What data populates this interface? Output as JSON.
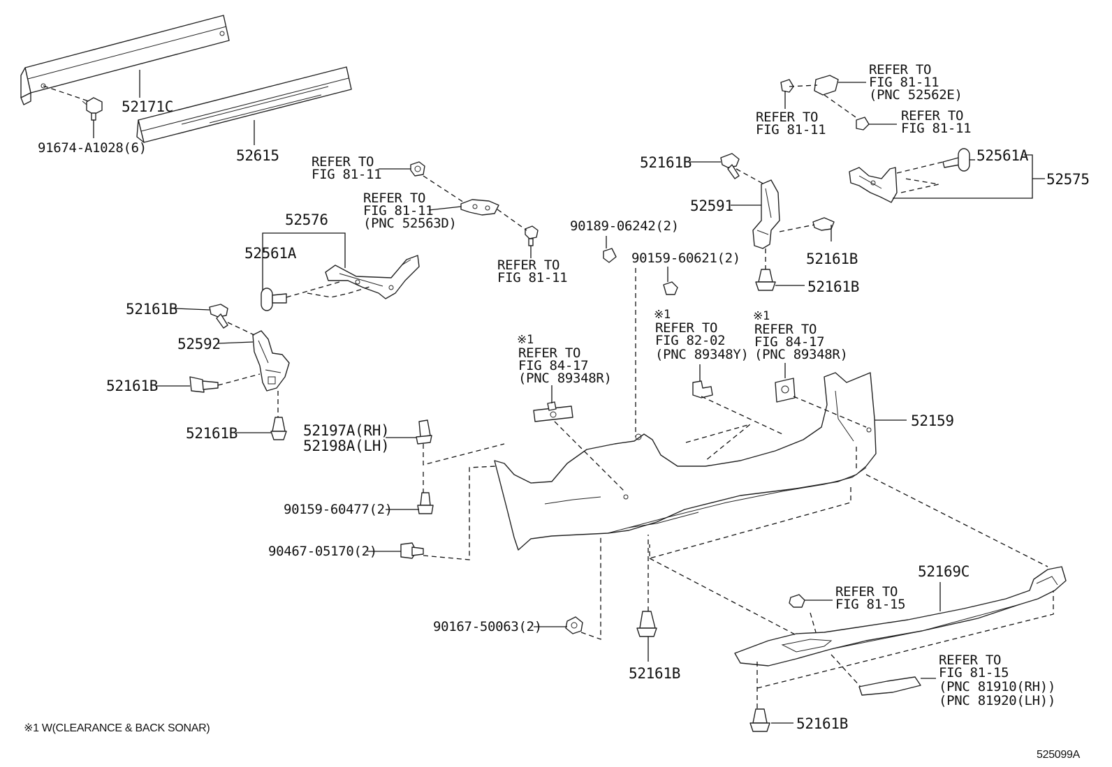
{
  "footnote": "※1 W(CLEARANCE & BACK SONAR)",
  "diagram_id": "525099A",
  "labels": {
    "p52171C": "52171C",
    "p91674": "91674-A1028(6)",
    "p52615": "52615",
    "ref_a_1": "REFER TO",
    "ref_a_2": "FIG 81-11",
    "ref_b_1": "REFER TO",
    "ref_b_2": "FIG 81-11",
    "ref_b_3": "(PNC 52563D)",
    "ref_c_1": "REFER TO",
    "ref_c_2": "FIG 81-11",
    "p52576": "52576",
    "p52561A_l": "52561A",
    "p52161B_l1": "52161B",
    "p52592": "52592",
    "p52161B_l2": "52161B",
    "p52161B_l3": "52161B",
    "p52197A": "52197A(RH)",
    "p52198A": "52198A(LH)",
    "p90159_60477": "90159-60477(2)",
    "p90467": "90467-05170(2)",
    "p90167": "90167-50063(2)",
    "p52161B_bc": "52161B",
    "p90189": "90189-06242(2)",
    "p90159_60621": "90159-60621(2)",
    "s1_mid_mark": "※1",
    "s1_mid_1": "REFER TO",
    "s1_mid_2": "FIG 84-17",
    "s1_mid_3": "(PNC 89348R)",
    "s1_c_mark": "※1",
    "s1_c_1": "REFER TO",
    "s1_c_2": "FIG 82-02",
    "s1_c_3": "(PNC 89348Y)",
    "s1_r_mark": "※1",
    "s1_r_1": "REFER TO",
    "s1_r_2": "FIG 84-17",
    "s1_r_3": "(PNC 89348R)",
    "p52159": "52159",
    "p52161B_t": "52161B",
    "p52591": "52591",
    "p52161B_r1": "52161B",
    "p52161B_r2": "52161B",
    "ref_tr_1": "REFER TO",
    "ref_tr_2": "FIG 81-11",
    "ref_tr_3": "(PNC 52562E)",
    "ref_trl_1": "REFER TO",
    "ref_trl_2": "FIG 81-11",
    "ref_trr_1": "REFER TO",
    "ref_trr_2": "FIG 81-11",
    "p52561A_r": "52561A",
    "p52575": "52575",
    "p52169C": "52169C",
    "ref_br1_1": "REFER TO",
    "ref_br1_2": "FIG 81-15",
    "ref_br2_1": "REFER TO",
    "ref_br2_2": "FIG 81-15",
    "ref_br2_3": "(PNC 81910(RH))",
    "ref_br2_4": "(PNC 81920(LH))",
    "p52161B_br": "52161B"
  }
}
